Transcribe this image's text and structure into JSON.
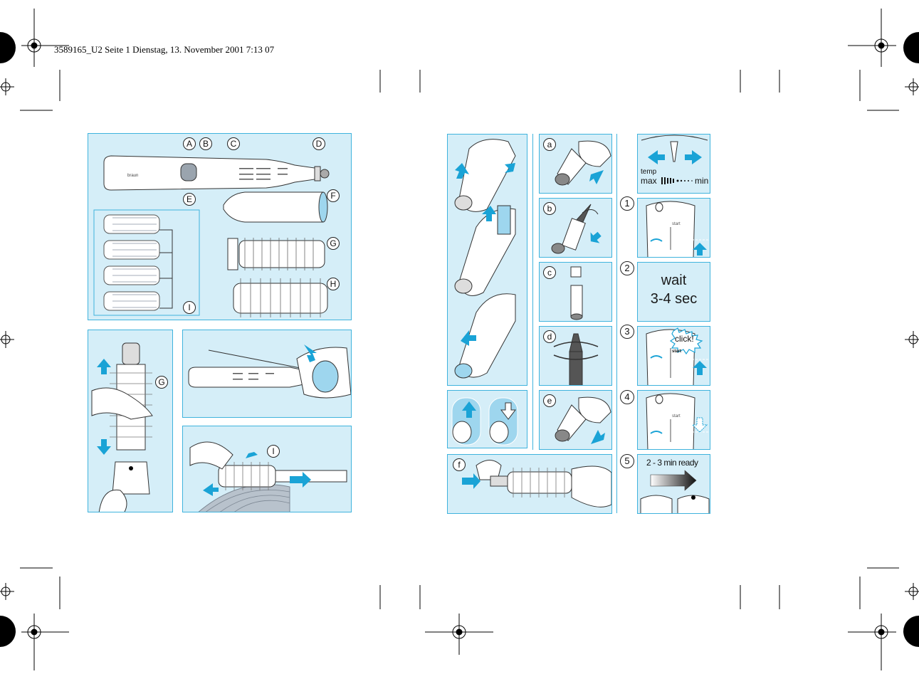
{
  "header": {
    "print_line": "3589165_U2  Seite 1  Dienstag, 13. November 2001  7:13 07"
  },
  "overview": {
    "labels": [
      "A",
      "B",
      "C",
      "D",
      "E",
      "F",
      "G",
      "H",
      "I"
    ]
  },
  "attach_panel": {
    "label": "G"
  },
  "comb_panel": {
    "label": "I"
  },
  "cleaning_steps": [
    "a",
    "b",
    "c",
    "d",
    "e",
    "f"
  ],
  "operation": {
    "temp_word": "temp",
    "max_word": "max",
    "min_word": "min",
    "steps": [
      "1",
      "2",
      "3",
      "4",
      "5"
    ],
    "wait_line1": "wait",
    "wait_line2": "3-4 sec",
    "click_word": "click!",
    "ready_text": "2 - 3 min ready",
    "start_word": "start"
  },
  "colors": {
    "panel_bg": "#d5eef8",
    "panel_border": "#3fb3dd",
    "arrow": "#1aa3d6",
    "device_grey": "#b9c0c8"
  }
}
